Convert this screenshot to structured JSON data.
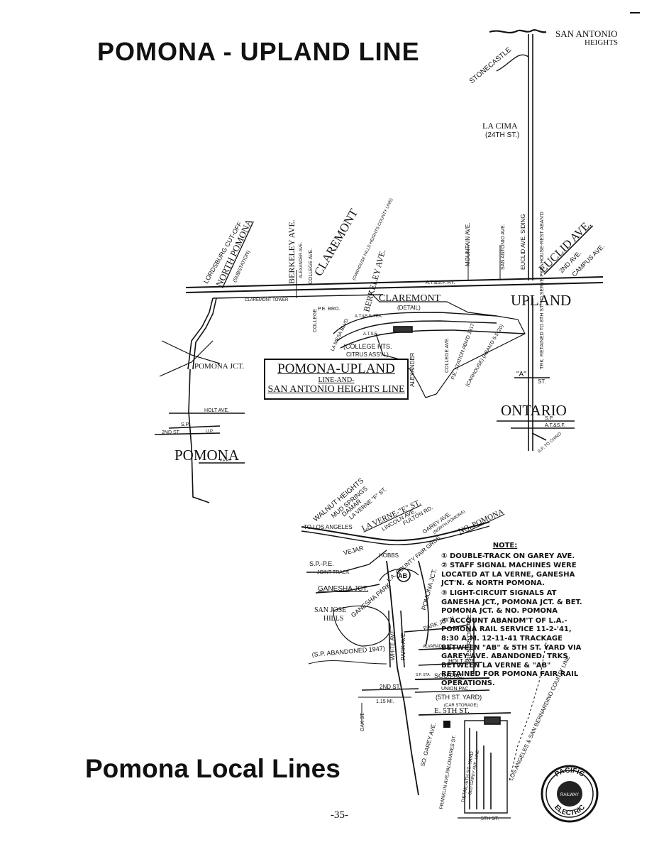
{
  "titles": {
    "upland": "POMONA - UPLAND LINE",
    "local": "Pomona Local Lines",
    "page_number": "-35-"
  },
  "legend": {
    "line1": "POMONA-UPLAND",
    "line2": "LINE-AND-",
    "line3": "SAN ANTONIO HEIGHTS LINE"
  },
  "upper_labels": {
    "san_antonio": "SAN ANTONIO",
    "heights": "HEIGHTS",
    "stonecastle": "STONECASTLE",
    "la_cima": "LA CIMA",
    "la_cima_st": "(24TH ST.)",
    "euclid_siding": "EUCLID AVE. SIDING",
    "san_antonio_ave": "SAN ANTONIO AVE.",
    "mountain_ave": "MOUNTAIN AVE.",
    "euclid_ave": "EUCLID AVE.",
    "second_ave": "2ND AVE.",
    "campus_ave": "CAMPUS AVE.",
    "upland": "UPLAND",
    "ontario": "ONTARIO",
    "sp": "S.P.",
    "atsf_ontario": "A.T.&S.F.",
    "to_chino": "S.P. TO CHINO",
    "trk_note": "TRK. RETAINED TO 8TH ST. TO SERVE PKG. HOUSE-REST ABAN'D",
    "a_mark": "\"A\"",
    "st_mark": "ST.",
    "claremont": "CLAREMONT",
    "claremont_detail": "CLAREMONT",
    "detail": "(DETAIL)",
    "berkeley_ave": "BERKELEY AVE.",
    "berkeley_ave2": "BERKELEY AVE.",
    "alexander_ave": "ALEXANDER AVE.",
    "alexander": "ALEXANDER",
    "college_ave": "COLLEGE AVE.",
    "college_ave2": "COLLEGE AVE.",
    "college": "COLLEGE",
    "pe_bro": "P.E. BRO.",
    "atsf_main": "A.T.&S.F. RY.",
    "atsf_yard": "A.T.&S.F. TRK.",
    "at_sf": "A.T.S.F.",
    "la_mesa": "LA MESA BLVD.",
    "college_hts": "(COLLEGE HTS.",
    "citrus": "CITRUS ASS'N.)",
    "claremont_tower": "CLAREMONT TOWER",
    "oakhouse": "(OAKHOUSE HILLS HEIGHTS COUNTY LINE)",
    "pe_station": "P.E. STATION ABN'D 1917",
    "carhouse": "(CARHOUSE) (ABAN'D 6-5-'20)",
    "lordsburg": "LORDSBURG CUT-OFF",
    "north_pomona": "NORTH POMONA",
    "substation": "(SUBSTATION)",
    "pomona_jct": "POMONA JCT.",
    "holt_ave": "HOLT AVE.",
    "sp_pomona": "S.P.",
    "second_st": "2ND ST.",
    "up": "U.P.",
    "pomona": "POMONA",
    "pe_ry": "P.E.RY."
  },
  "lower_labels": {
    "walnut": "WALNUT HEIGHTS",
    "mud_springs": "MUD SPRINGS",
    "damar": "DAMAR",
    "la_verne_f": "LA VERNE \"F\" ST.",
    "la_verne_e": "LA VERNE-\"E\" ST.",
    "lincoln": "LINCOLN AVE.",
    "fulton": "FULTON RD.",
    "garey_ave": "GAREY AVE.",
    "north_pomona": "(NORTH POMONA)",
    "no_pomona": "NO. POMONA",
    "to_los_angeles": "TO LOS ANGELES",
    "vejar": "VEJAR",
    "hobbs": "HOBBS",
    "sp_pe": "S.P.-P.E.",
    "joint_track": "JOINT TRACK",
    "la_county": "L.A. COUNTY FAIR GRDS.",
    "ganesha_jct": "GANESHA JCT.",
    "ab": "AB",
    "pomona_jct": "POMONA JCT.",
    "san_jose": "SAN JOSE",
    "hills": "HILLS",
    "ganesha_park": "GANESHA PARK",
    "white_ave": "WHITE AVE.",
    "park_ave": "PARK AVE.",
    "park_jctn": "PARK JCT'N.",
    "alvarado": "ALVARADO ST.",
    "reservoir": "RESERVOIR AVE.",
    "holt_ave": "HOLT AVE.",
    "sp_abandoned": "(S.P. ABANDONED 1947)",
    "sou_pac": "SOU.PAC.",
    "second_st": "2ND ST.",
    "one_fifteen": "1.15 MI.",
    "union_pac": "UNION PAC.",
    "fifth_yard": "(5TH ST. YARD)",
    "car_storage": "(CAR STORAGE)",
    "oak_st": "OAK ST.",
    "e_fifth": "E. 5TH ST.",
    "so_garey": "SO. GAREY AVE.",
    "palomares": "PALOMARES ST.",
    "detail_yard": "DETAIL-5TH ST. YARD",
    "old_garey": "OLD GAREY AVE. LINE",
    "franklin": "FRANKLIN AVE.",
    "fifth_st_bottom": "5TH ST.",
    "la_county_line": "LOS ANGELES & SAN BERNARDINO COUNTY LINE",
    "sp_mark": "S.P. STA."
  },
  "notes": {
    "heading": "NOTE:",
    "items": [
      "① DOUBLE-TRACK ON GAREY AVE.",
      "② STAFF SIGNAL MACHINES WERE LOCATED AT LA VERNE, GANESHA JCT'N. & NORTH POMONA.",
      "③ LIGHT-CIRCUIT SIGNALS AT GANESHA JCT., POMONA JCT. & BET. POMONA JCT. & NO. POMONA",
      "④ ACCOUNT ABANDM'T OF L.A.-POMONA RAIL SERVICE 11-2-'41, 8:30 A.M. 12-11-41 TRACKAGE BETWEEN \"AB\" & 5TH ST. YARD VIA GAREY AVE. ABANDONED. TRKS BETWEEN LA VERNE & \"AB\" RETAINED FOR POMONA FAIR RAIL OPERATIONS."
    ]
  },
  "seal": {
    "top": "PACIFIC",
    "bottom": "ELECTRIC",
    "mid": "RAILWAY"
  }
}
